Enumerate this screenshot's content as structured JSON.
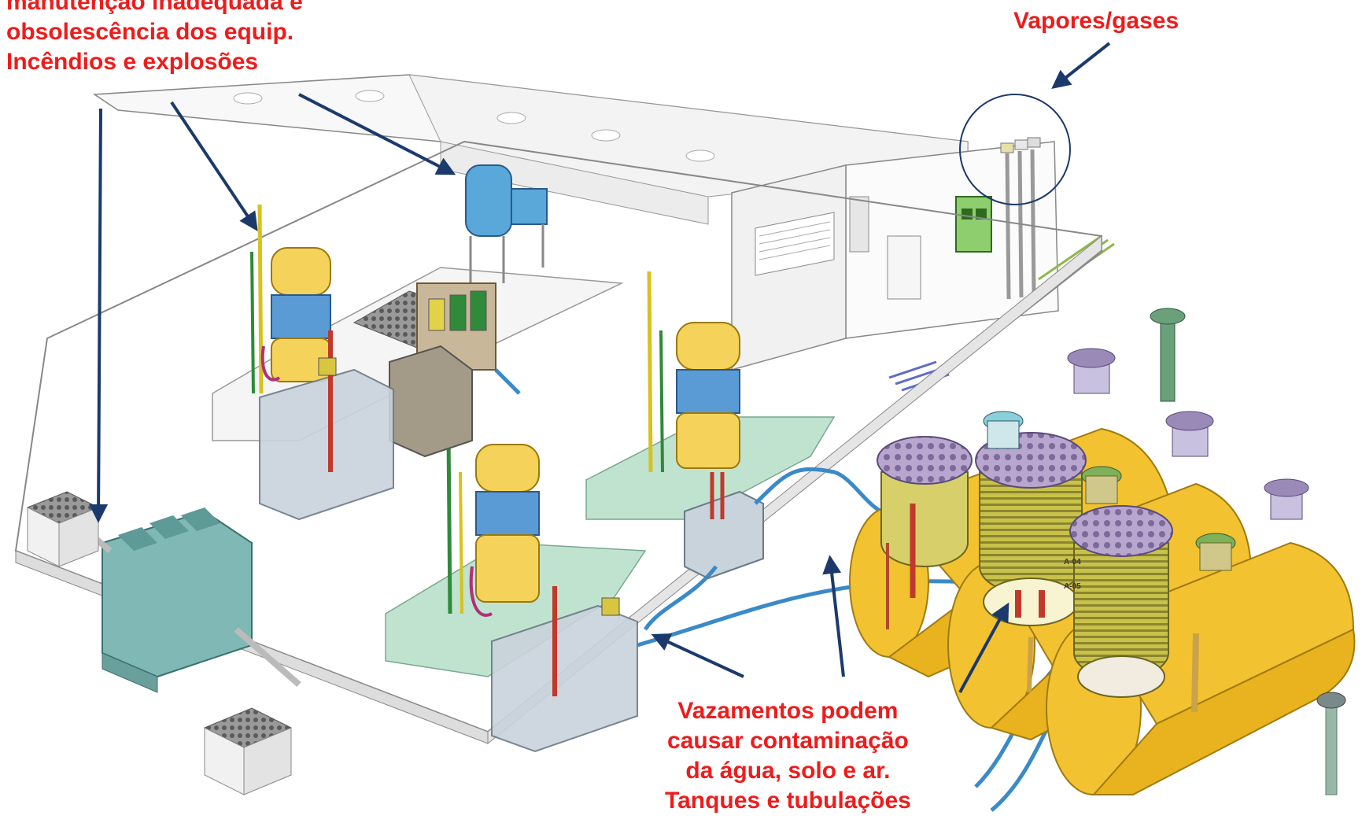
{
  "labels": {
    "top_left": {
      "line1": "manutenção inadequada e",
      "line2": "obsolescência dos equip.",
      "line3": "Incêndios e explosões"
    },
    "top_right": {
      "line1": "Vapores/gases"
    },
    "bottom": {
      "line1": "Vazamentos podem",
      "line2": "causar contaminação",
      "line3": "da água, solo e ar.",
      "line4": "Tanques e tubulações"
    }
  },
  "tank_tags": [
    "A-04",
    "A-05"
  ],
  "colors": {
    "label_text": "#ee1c1c",
    "arrow": "#1b3a6b",
    "tank": "#f2c230",
    "dispenser_yellow": "#f5d35a",
    "dispenser_blue": "#5b9bd5",
    "island_green": "#bfe3cf",
    "box_grey": "#c9d3dc",
    "separator_teal": "#7fb8b4"
  }
}
